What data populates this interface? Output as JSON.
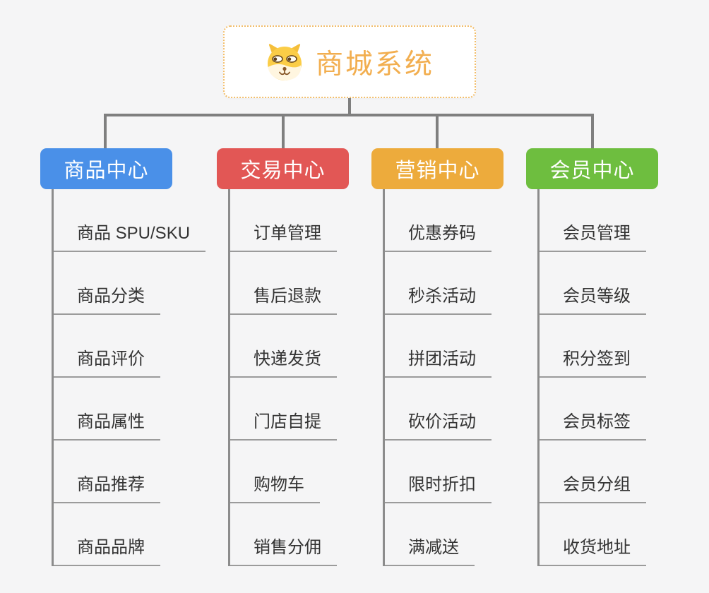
{
  "root": {
    "title": "商城系统",
    "icon": "doge-icon"
  },
  "branches": [
    {
      "label": "商品中心",
      "color": "#4a90e8",
      "children": [
        "商品 SPU/SKU",
        "商品分类",
        "商品评价",
        "商品属性",
        "商品推荐",
        "商品品牌"
      ]
    },
    {
      "label": "交易中心",
      "color": "#e25755",
      "children": [
        "订单管理",
        "售后退款",
        "快递发货",
        "门店自提",
        "购物车",
        "销售分佣"
      ]
    },
    {
      "label": "营销中心",
      "color": "#edab3c",
      "children": [
        "优惠券码",
        "秒杀活动",
        "拼团活动",
        "砍价活动",
        "限时折扣",
        "满减送"
      ]
    },
    {
      "label": "会员中心",
      "color": "#6ebe3f",
      "children": [
        "会员管理",
        "会员等级",
        "积分签到",
        "会员标签",
        "会员分组",
        "收货地址"
      ]
    }
  ],
  "colors": {
    "background": "#f5f5f6",
    "connector": "#7f7f7f",
    "child_line": "#9b9b9b",
    "child_text": "#333333",
    "root_border": "#f2be6b",
    "root_text": "#f2ae4f",
    "doge_yellow": "#fbcd47",
    "doge_cream": "#fff6e0"
  }
}
